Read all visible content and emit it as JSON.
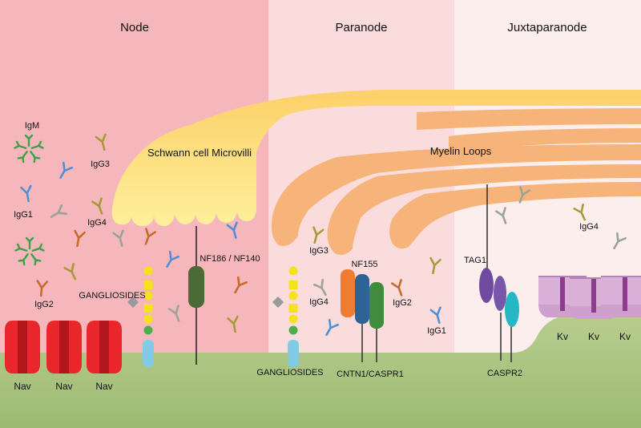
{
  "regions": {
    "node": "Node",
    "paranode": "Paranode",
    "juxtaparanode": "Juxtaparanode"
  },
  "structures": {
    "schwann": "Schwann cell Microvilli",
    "myelin": "Myelin Loops"
  },
  "proteins": {
    "nf186": "NF186 / NF140",
    "nf155": "NF155",
    "cntn": "CNTN1/CASPR1",
    "tag1": "TAG1",
    "caspr2": "CASPR2",
    "gangliosides_node": "GANGLIOSIDES",
    "gangliosides_para": "GANGLIOSIDES"
  },
  "antibodies": {
    "igm": "IgM",
    "igg3_node": "IgG3",
    "igg1_node": "IgG1",
    "igg4_node": "IgG4",
    "igg2_node": "IgG2",
    "igg3_para": "IgG3",
    "igg4_para": "IgG4",
    "igg2_para": "IgG2",
    "igg1_para": "IgG1",
    "igg4_jxp": "IgG4"
  },
  "channels": {
    "nav": [
      "Nav",
      "Nav",
      "Nav"
    ],
    "kv": [
      "Kv",
      "Kv",
      "Kv"
    ]
  },
  "colors": {
    "node_bg": "#f6b7bc",
    "paranode_bg": "#fbdcdc",
    "jxp_bg": "#fdeeee",
    "axon": "#a6bf7c",
    "schwann": "#fde47f",
    "myelin": "#f6b37a",
    "nav": "#e8262b",
    "kv": "#cf9fce",
    "igg1": "#4f8fd6",
    "igg2": "#c86a2a",
    "igg3": "#a89a3a",
    "igg4": "#8f9a86",
    "igm": "#3ea046",
    "ganglioside_chain": "#82cbe7",
    "nf186": "#4a6b36",
    "nf155": "#ee7c33",
    "cntn1": "#2f6295",
    "caspr1": "#3f8c3c",
    "tag1": "#6f4aa0",
    "caspr2": "#25b7c5"
  }
}
